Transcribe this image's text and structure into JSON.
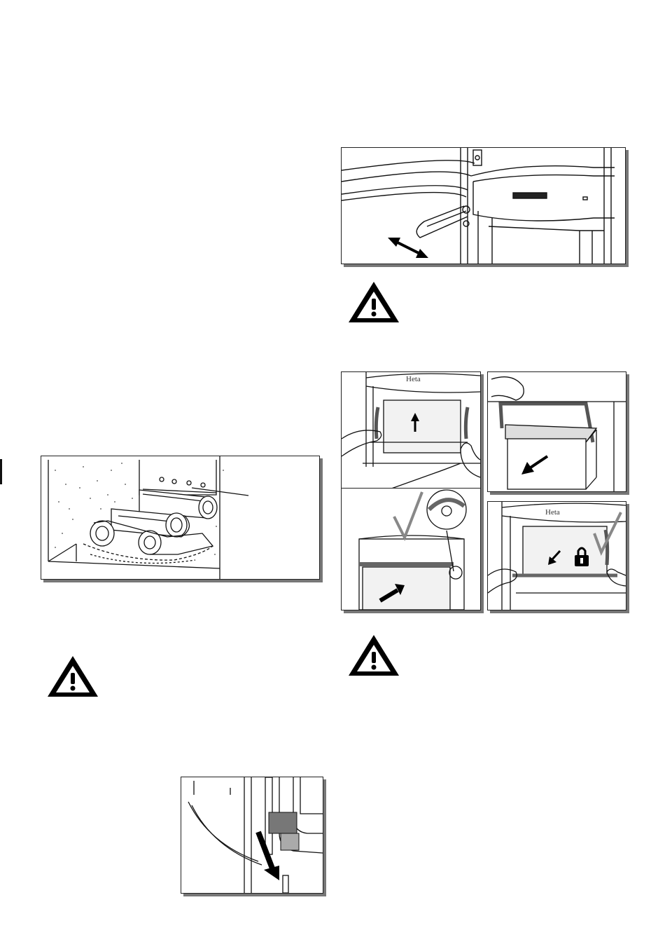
{
  "page": {
    "figures": {
      "flue_damper": {
        "icon": "double-arrow-icon"
      },
      "fire_laying": {
        "icon": "log-stack"
      },
      "ash_pan": {
        "brand_label_top_left": "Heta",
        "brand_label_bottom_right": "Heta",
        "icons": [
          "arrow-up-icon",
          "arrow-down-left-icon",
          "check-mark-icon",
          "arrow-up-right-icon",
          "lock-icon"
        ]
      },
      "door_detail": {
        "icon": "arrow-down-icon"
      }
    },
    "warnings": [
      {
        "icon": "warning-triangle-icon"
      },
      {
        "icon": "warning-triangle-icon"
      },
      {
        "icon": "warning-triangle-icon"
      }
    ],
    "colors": {
      "line": "#111111",
      "shadow": "#777777",
      "gasket": "#666666"
    }
  }
}
